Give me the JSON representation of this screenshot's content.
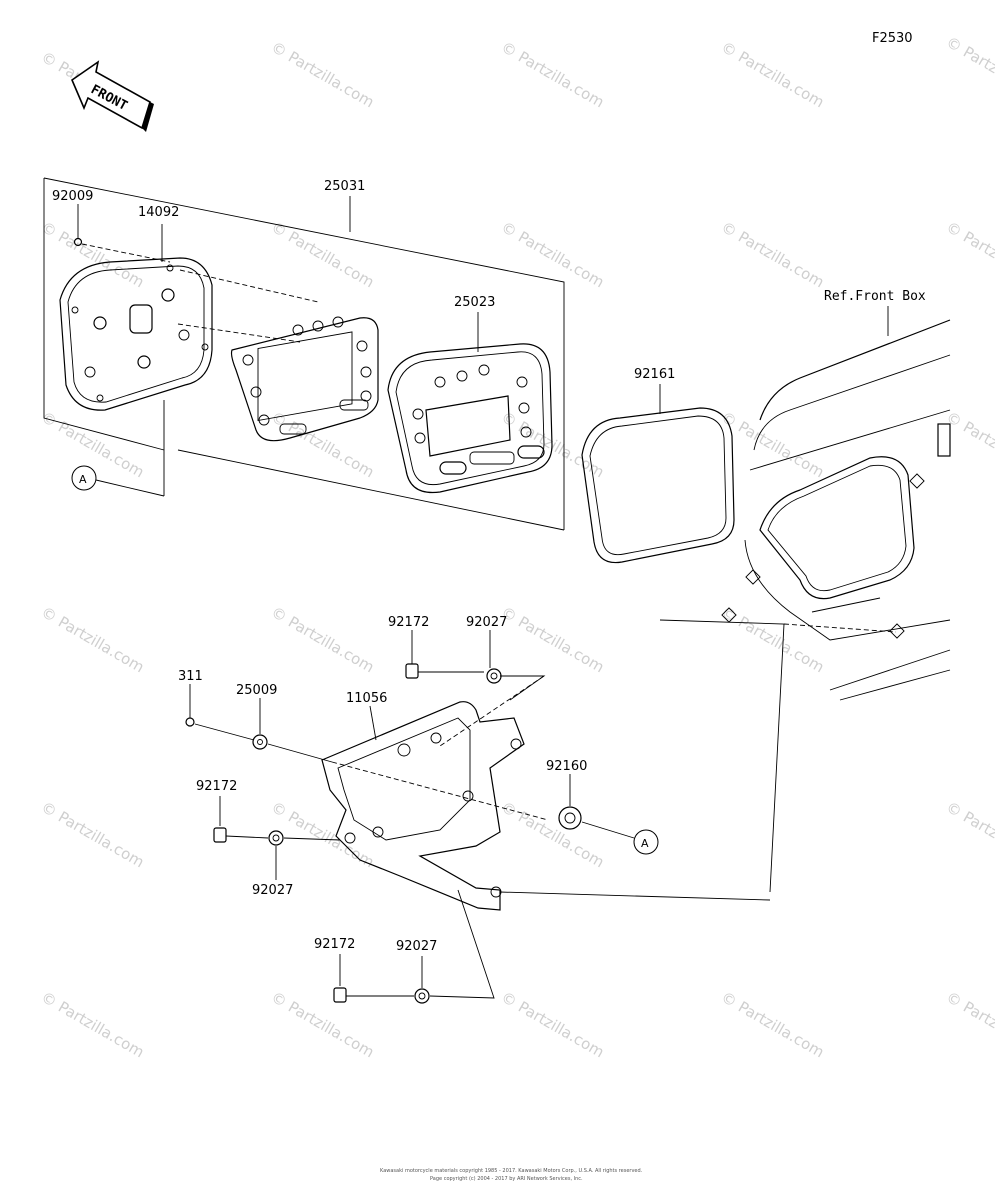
{
  "figure_code": "F2530",
  "front_label": "FRONT",
  "ref_label": "Ref.Front Box",
  "callouts": {
    "p92009": "92009",
    "p14092": "14092",
    "p25031": "25031",
    "p25023": "25023",
    "p92161": "92161",
    "p92172a": "92172",
    "p92027a": "92027",
    "p311": "311",
    "p25009": "25009",
    "p11056": "11056",
    "p92160": "92160",
    "p92172b": "92172",
    "p92027b": "92027",
    "p92172c": "92172",
    "p92027c": "92027",
    "refA1": "A",
    "refA2": "A"
  },
  "watermark": "© Partzilla.com",
  "footer": {
    "line1": "Kawasaki motorcycle materials copyright 1985 - 2017. Kawasaki Motors Corp., U.S.A.  All rights reserved.",
    "line2": "Page copyright (c) 2004 - 2017 by ARI Network Services, Inc."
  }
}
